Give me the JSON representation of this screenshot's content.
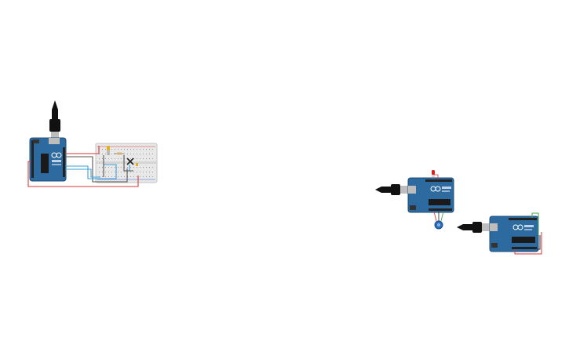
{
  "canvas": {
    "background": "#ffffff",
    "components": [
      {
        "id": "arduino-1",
        "type": "Arduino Uno R3",
        "cable": "usb-cable"
      },
      {
        "id": "breadboard-1",
        "type": "Breadboard"
      },
      {
        "id": "arduino-2",
        "type": "Arduino Uno R3",
        "cable": "usb-cable",
        "attached": [
          "red-led",
          "potentiometer"
        ]
      },
      {
        "id": "arduino-3",
        "type": "Arduino Uno R3",
        "cable": "usb-cable"
      }
    ]
  },
  "colors": {
    "board": "#2c6aa0",
    "board_dark": "#1f4f7a",
    "header": "#222222",
    "breadboard": "#e8e8e8",
    "wire_red": "#d63a3a",
    "wire_blue": "#3aa0d6",
    "wire_green": "#49a84a",
    "wire_black": "#333333",
    "usb_plug": "#111111",
    "usb_metal": "#bdbdbd",
    "led_red": "#d62020",
    "pot_blue": "#2a6cc0"
  },
  "icons": {
    "logo": "arduino-infinity-logo",
    "usb": "usb-cable-icon"
  }
}
